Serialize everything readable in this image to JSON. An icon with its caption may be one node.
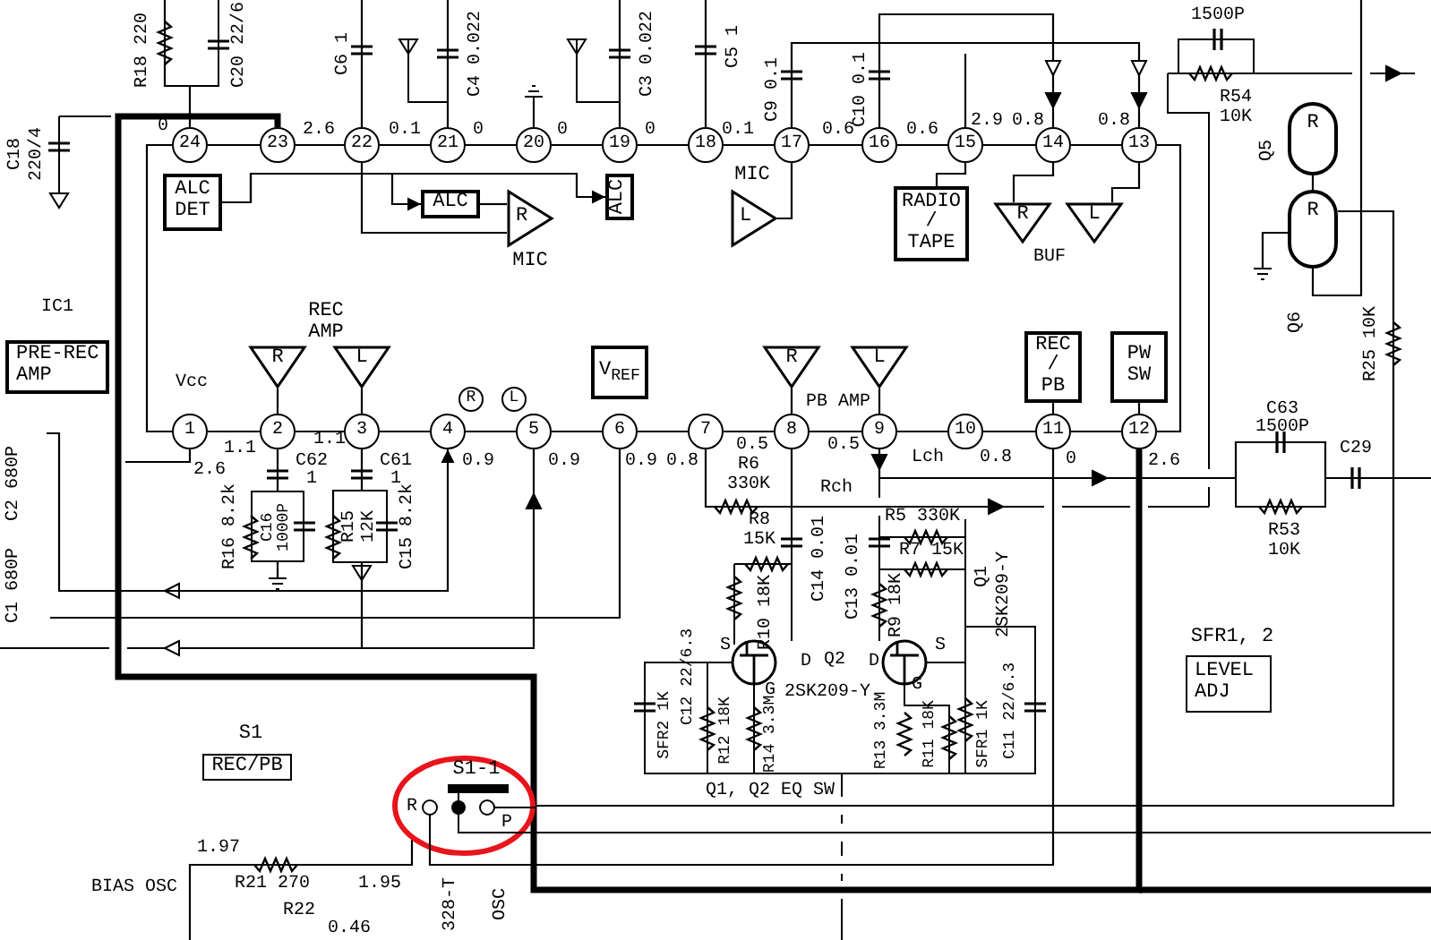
{
  "diagram": {
    "nodes": [
      {
        "text": [
          "24"
        ]
      },
      {
        "text": [
          "23"
        ]
      },
      {
        "text": [
          "22"
        ]
      },
      {
        "text": [
          "21"
        ]
      },
      {
        "text": [
          "20"
        ]
      },
      {
        "text": [
          "19"
        ]
      },
      {
        "text": [
          "18"
        ]
      },
      {
        "text": [
          "17"
        ]
      },
      {
        "text": [
          "16"
        ]
      },
      {
        "text": [
          "15"
        ]
      },
      {
        "text": [
          "14"
        ]
      },
      {
        "text": [
          "13"
        ]
      },
      {
        "text": [
          "ALC DET"
        ]
      },
      {
        "text": [
          "ALC"
        ]
      },
      {
        "text": [
          "ALC"
        ]
      },
      {
        "text": [
          "R"
        ],
        "beside": [
          "MIC"
        ]
      },
      {
        "text": [
          "L"
        ],
        "beside": [
          "MIC"
        ]
      },
      {
        "text": [
          "RADIO / TAPE"
        ]
      },
      {
        "text": [
          "R"
        ]
      },
      {
        "text": [
          "L"
        ]
      },
      {
        "text": [
          "PRE-REC AMP"
        ]
      },
      {
        "text": [
          "R"
        ]
      },
      {
        "text": [
          "L"
        ]
      },
      {
        "text": [
          "R"
        ]
      },
      {
        "text": [
          "L"
        ]
      },
      {
        "text": [
          "V$_{REF}$"
        ]
      },
      {
        "text": [
          "R"
        ]
      },
      {
        "text": [
          "L"
        ]
      },
      {
        "text": [
          "REC / PB"
        ]
      },
      {
        "text": [
          "PW SW"
        ]
      },
      {
        "text": [
          "1"
        ]
      },
      {
        "text": [
          "2"
        ]
      },
      {
        "text": [
          "3"
        ]
      },
      {
        "text": [
          "4"
        ]
      },
      {
        "text": [
          "5"
        ]
      },
      {
        "text": [
          "6"
        ]
      },
      {
        "text": [
          "7"
        ]
      },
      {
        "text": [
          "8"
        ]
      },
      {
        "text": [
          "9"
        ]
      },
      {
        "text": [
          "10"
        ]
      },
      {
        "text": [
          "11"
        ]
      },
      {
        "text": [
          "12"
        ]
      },
      {
        "text": [
          "REC/PB"
        ],
        "beside": [
          "S1"
        ]
      },
      {
        "text": [
          "LEVEL ADJ"
        ],
        "beside": [
          "SFR1, 2"
        ]
      },
      {
        "text": [
          "R"
        ]
      },
      {
        "text": [
          "R"
        ]
      },
      {
        "text": [
          "S1-1"
        ]
      },
      {
        "text": [
          "C16 1000P"
        ]
      }
    ],
    "edges": [
      {
        "from": 0,
        "to": 1,
        "arrow": "none"
      },
      {
        "from": 1,
        "to": 2,
        "arrow": "none"
      },
      {
        "from": 2,
        "to": 3,
        "arrow": "none"
      },
      {
        "from": 3,
        "to": 4,
        "arrow": "none"
      },
      {
        "from": 4,
        "to": 5,
        "arrow": "none"
      },
      {
        "from": 5,
        "to": 6,
        "arrow": "none"
      },
      {
        "from": 6,
        "to": 7,
        "arrow": "none"
      },
      {
        "from": 7,
        "to": 8,
        "arrow": "none"
      },
      {
        "from": 8,
        "to": 9,
        "arrow": "none"
      },
      {
        "from": 9,
        "to": 10,
        "arrow": "none"
      },
      {
        "from": 10,
        "to": 11,
        "arrow": "none"
      },
      {
        "from": 30,
        "to": 31,
        "arrow": "none"
      },
      {
        "from": 31,
        "to": 32,
        "arrow": "none"
      },
      {
        "from": 32,
        "to": 33,
        "arrow": "none"
      },
      {
        "from": 33,
        "to": 34,
        "arrow": "none"
      },
      {
        "from": 34,
        "to": 35,
        "arrow": "none"
      },
      {
        "from": 35,
        "to": 36,
        "arrow": "none"
      },
      {
        "from": 36,
        "to": 37,
        "arrow": "none"
      },
      {
        "from": 37,
        "to": 38,
        "arrow": "none"
      },
      {
        "from": 38,
        "to": 39,
        "arrow": "none"
      },
      {
        "from": 39,
        "to": 40,
        "arrow": "none"
      },
      {
        "from": 40,
        "to": 41,
        "arrow": "none"
      },
      {
        "from": 12,
        "to": 14,
        "arrow": "to"
      },
      {
        "from": 12,
        "to": 13,
        "arrow": "to"
      },
      {
        "from": 13,
        "to": 15,
        "arrow": "none"
      },
      {
        "from": 2,
        "to": 15,
        "arrow": "none"
      },
      {
        "from": 16,
        "to": 7,
        "arrow": "none"
      },
      {
        "from": 9,
        "to": 17,
        "arrow": "none"
      },
      {
        "from": 10,
        "to": 18,
        "arrow": "none"
      },
      {
        "from": 11,
        "to": 19,
        "arrow": "none"
      },
      {
        "from": 21,
        "to": 31,
        "arrow": "none"
      },
      {
        "from": 22,
        "to": 32,
        "arrow": "none"
      },
      {
        "from": 26,
        "to": 37,
        "arrow": "none"
      },
      {
        "from": 27,
        "to": 38,
        "arrow": "none"
      },
      {
        "from": 28,
        "to": 40,
        "arrow": "none"
      },
      {
        "from": 29,
        "to": 41,
        "arrow": "none"
      },
      {
        "from": 0,
        "to": 30,
        "arrow": "none"
      },
      {
        "from": 11,
        "to": 41,
        "arrow": "none"
      },
      {
        "from": 7,
        "to": 11,
        "arrow": "to"
      },
      {
        "from": 8,
        "to": 10,
        "arrow": "to"
      },
      {
        "from": 44,
        "to": 45,
        "arrow": "none"
      },
      {
        "from": 1,
        "to": 41,
        "arrow": "none",
        "style": "thick"
      },
      {
        "from": 36,
        "to": 37,
        "arrow": "none"
      },
      {
        "from": 32,
        "to": 34,
        "arrow": "to"
      },
      {
        "from": 0,
        "to": null,
        "arrow": "none"
      },
      {
        "from": 30,
        "to": null,
        "arrow": "none"
      },
      {
        "from": 2,
        "to": null,
        "arrow": "none"
      },
      {
        "from": 3,
        "to": null,
        "arrow": "none"
      },
      {
        "from": 4,
        "to": null,
        "arrow": "none"
      },
      {
        "from": 5,
        "to": null,
        "arrow": "none"
      },
      {
        "from": 6,
        "to": null,
        "arrow": "none"
      },
      {
        "from": 9,
        "to": null,
        "arrow": "none"
      },
      {
        "from": 31,
        "to": 47,
        "arrow": "none"
      },
      {
        "from": null,
        "to": 33,
        "arrow": "to"
      },
      {
        "from": 35,
        "to": null,
        "arrow": "none"
      },
      {
        "from": 38,
        "to": null,
        "arrow": "to"
      },
      {
        "from": 40,
        "to": 46,
        "arrow": "none"
      },
      {
        "from": 46,
        "to": null,
        "arrow": "none"
      },
      {
        "from": 45,
        "to": 46,
        "arrow": "none"
      },
      {
        "from": 46,
        "to": null,
        "arrow": "none"
      },
      {
        "from": 45,
        "to": null,
        "arrow": "none"
      },
      {
        "from": 45,
        "to": null,
        "arrow": "none"
      },
      {
        "from": 47,
        "to": null,
        "arrow": "none"
      }
    ],
    "labels": [
      "R18 220",
      "C20 22/6",
      "C6 1",
      "C4 0.022",
      "C3 0.022",
      "C5 1",
      "1500P",
      "C9 0.1",
      "C10 0.1",
      "R54",
      "10K",
      "C18",
      "220/4",
      "0",
      "2.6",
      "0.1",
      "0",
      "0",
      "0",
      "0.1",
      "0.6",
      "0.6",
      "2.9",
      "0.8",
      "0.8",
      "Q5",
      "Q6",
      "BUF",
      "IC1",
      "REC AMP",
      "R25 10K",
      "Vcc",
      "C63",
      "1500P",
      "C29",
      "2.6",
      "1.1",
      "1.1",
      "C62",
      "1",
      "C61",
      "1",
      "0.9",
      "0.9",
      "0.9",
      "0.8",
      "R6",
      "0.5",
      "PB AMP",
      "0.5",
      "Lch",
      "0.8",
      "0",
      "2.6",
      "330K",
      "Rch",
      "R5 330K",
      "R53",
      "10K",
      "R8",
      "15K",
      "R7 15K",
      "C14 0.01",
      "C13 0.01",
      "R16 8.2k",
      "R15 12K",
      "C15 8.2k",
      "C2 680P",
      "C1 680P",
      "R10 18K",
      "R9 18K",
      "Q1",
      "2SK209-Y",
      "S",
      "D",
      "Q2",
      "D",
      "S",
      "G",
      "2SK209-Y",
      "G",
      "SFR2 1K",
      "C12 22/6.3",
      "R12 18K",
      "R14 3.3M",
      "R13 3.3M",
      "R11 18K",
      "SFR1 1K",
      "C11 22/6.3",
      "Q1, Q2 EQ SW",
      "R",
      "P",
      "1.97",
      "BIAS OSC",
      "R21 270",
      "1.95",
      "R22",
      "0.46",
      "328-T",
      "OSC"
    ]
  }
}
